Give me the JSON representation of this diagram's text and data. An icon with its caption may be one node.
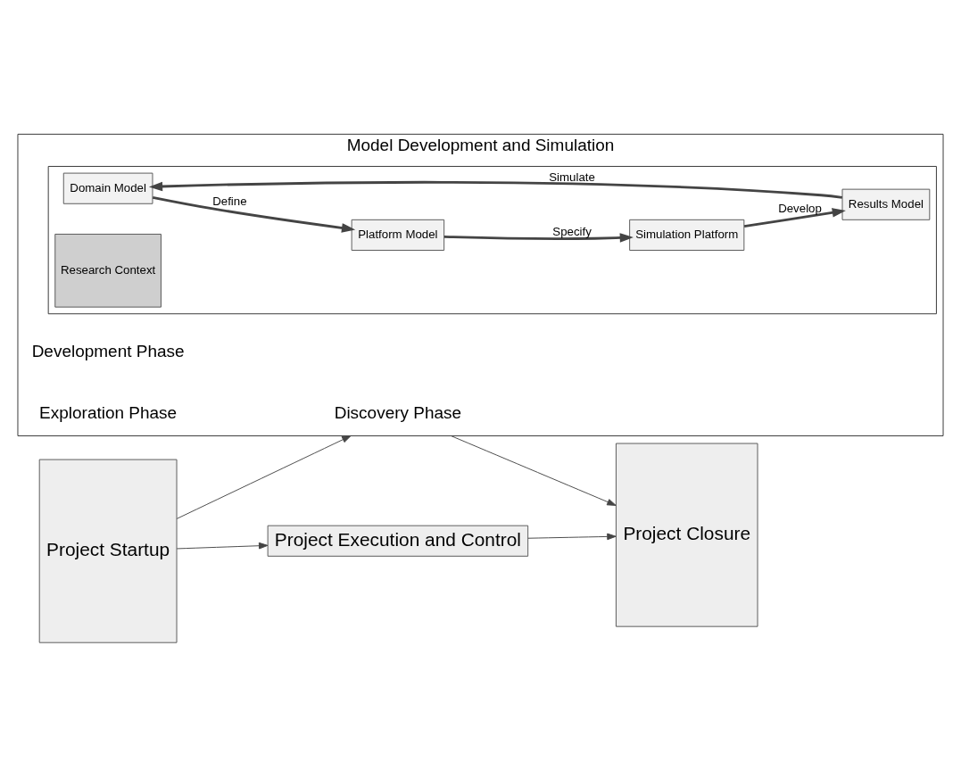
{
  "diagram": {
    "nodes": [
      {
        "text": [
          "Project Startup"
        ]
      },
      {
        "text": [
          "Project Execution and Control"
        ]
      },
      {
        "text": [
          "Model Development and Simulation"
        ]
      },
      {
        "text": [
          "Discovery Phase"
        ],
        "in": 2
      },
      {
        "text": [
          "Development Phase"
        ],
        "in": 2
      },
      {
        "text": [
          "Exploration Phase"
        ],
        "in": 2
      },
      {
        "text": [],
        "shape": "box",
        "in": 2
      },
      {
        "text": [
          "Domain Model"
        ],
        "in": 6
      },
      {
        "text": [
          "Platform Model"
        ],
        "in": 6
      },
      {
        "text": [
          "Research Context"
        ],
        "in": 6
      },
      {
        "text": [
          "Results Model"
        ],
        "in": 6
      },
      {
        "text": [
          "Simulation Platform"
        ],
        "in": 6
      },
      {
        "text": [
          "Project Closure"
        ]
      }
    ],
    "edges": [
      {
        "from": 0,
        "to": 1,
        "arrow": "to"
      },
      {
        "from": 0,
        "to": 2,
        "arrow": "to"
      },
      {
        "from": 1,
        "to": 12,
        "arrow": "to"
      },
      {
        "from": 2,
        "to": 12,
        "arrow": "to"
      },
      {
        "from": 7,
        "to": 8,
        "arrow": "to",
        "label": "Define",
        "style": "thick"
      },
      {
        "from": 8,
        "to": 11,
        "arrow": "to",
        "label": "Specify",
        "style": "thick"
      },
      {
        "from": 11,
        "to": 10,
        "arrow": "to",
        "label": "Develop",
        "style": "thick"
      },
      {
        "from": 10,
        "to": 7,
        "arrow": "to",
        "label": "Simulate",
        "style": "thick"
      }
    ]
  }
}
